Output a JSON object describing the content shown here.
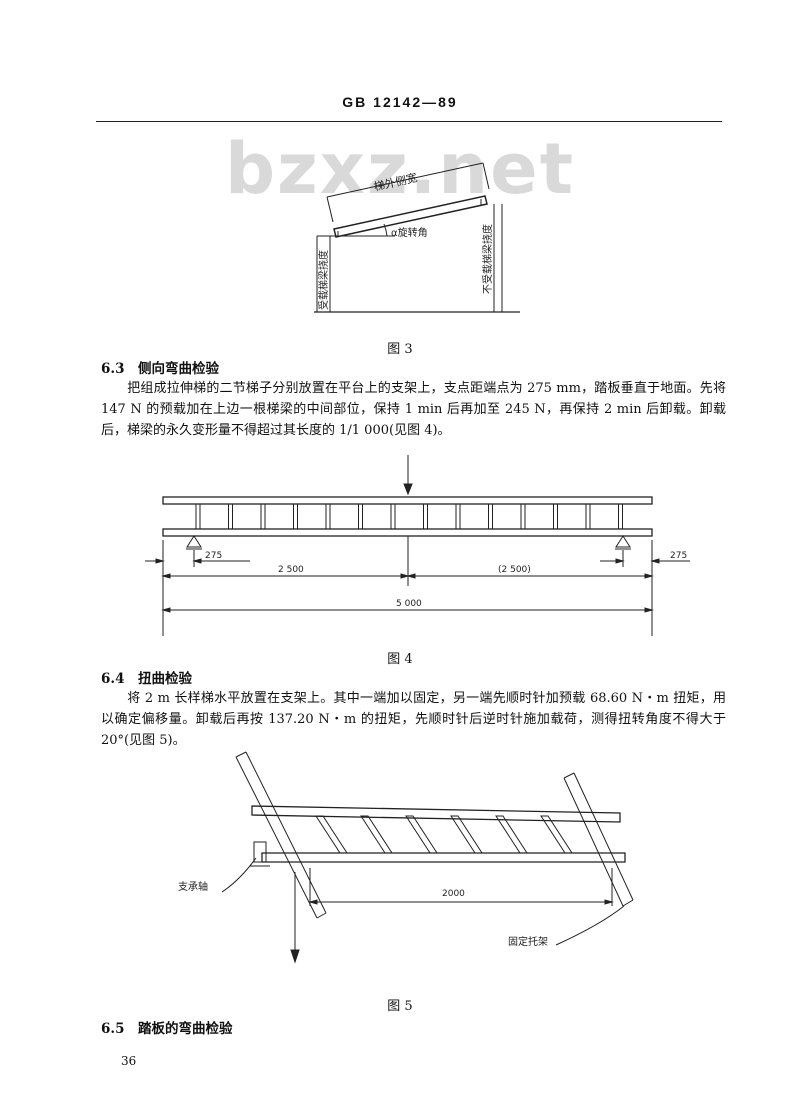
{
  "header": {
    "standard_code": "GB  12142—89"
  },
  "watermark": "bzxz.net",
  "figure3": {
    "caption": "图 3",
    "label_outer_width": "梯外侧宽",
    "label_rotation": "α旋转角",
    "label_loaded_deflection": "受载梯梁挠度",
    "label_unloaded_deflection": "不受载梯梁挠度"
  },
  "section_6_3": {
    "title": "6.3　侧向弯曲检验",
    "paragraph": "把组成拉伸梯的二节梯子分别放置在平台上的支架上，支点距端点为 275 mm，踏板垂直于地面。先将 147 N 的预载加在上边一根梯梁的中间部位，保持 1 min 后再加至 245 N，再保持 2 min 后卸载。卸载后，梯梁的永久变形量不得超过其长度的 1/1 000(见图 4)。"
  },
  "figure4": {
    "caption": "图 4",
    "dim_left_overhang": "275",
    "dim_right_overhang": "275",
    "dim_left_half": "2 500",
    "dim_right_half": "(2 500)",
    "dim_total": "5 000"
  },
  "section_6_4": {
    "title": "6.4　扭曲检验",
    "paragraph": "将 2 m 长样梯水平放置在支架上。其中一端加以固定，另一端先顺时针加预载 68.60 N・m 扭矩，用以确定偏移量。卸载后再按 137.20 N・m 的扭矩，先顺时针后逆时针施加载荷，测得扭转角度不得大于 20°(见图 5)。"
  },
  "figure5": {
    "caption": "图 5",
    "label_support_shaft": "支承轴",
    "label_fixed_bracket": "固定托架",
    "dim_length": "2000"
  },
  "section_6_5": {
    "title": "6.5　踏板的弯曲检验"
  },
  "page_number": "36"
}
